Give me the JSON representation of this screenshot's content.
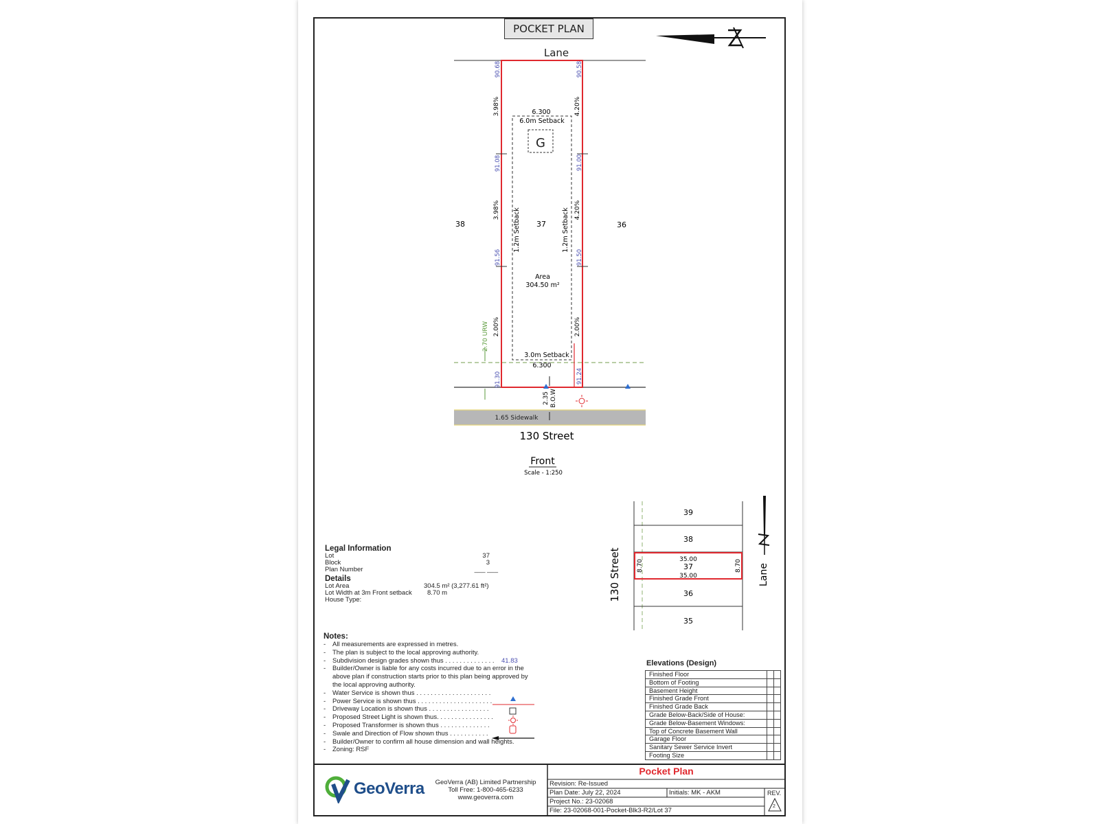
{
  "header": {
    "title": "POCKET PLAN"
  },
  "plan": {
    "lane_top": "Lane",
    "street": "130 Street",
    "front_label": "Front",
    "scale": "Scale - 1:250",
    "lot_left": "38",
    "lot_center": "37",
    "lot_right": "36",
    "garage": "G",
    "rear_width": "6.300",
    "rear_setback": "6.0m Setback",
    "front_setback": "3.0m Setback",
    "front_width": "6.300",
    "side_setback_left": "1.2m Setback",
    "side_setback_right": "1.2m Setback",
    "area_label": "Area",
    "area_value": "304.50 m²",
    "grades_left": [
      "90.68",
      "91.08",
      "91.56",
      "91.30"
    ],
    "grades_right": [
      "90.58",
      "91.00",
      "91.50",
      "91.24"
    ],
    "slopes_left": [
      "3.98%",
      "3.98%",
      "2.00%"
    ],
    "slopes_right": [
      "4.20%",
      "4.20%",
      "2.00%"
    ],
    "urw": "2.70 URW",
    "bow_1": "2.35",
    "bow_2": "B.O.W",
    "sidewalk": "1.65 Sidewalk"
  },
  "keymap": {
    "lots": [
      "39",
      "38",
      "37",
      "36",
      "35"
    ],
    "width_top": "35.00",
    "width_bottom": "35.00",
    "depth_left": "8.70",
    "depth_right": "8.70",
    "street": "130 Street",
    "lane": "Lane"
  },
  "legal": {
    "title": "Legal Information",
    "rows": [
      {
        "k": "Lot",
        "v": "37"
      },
      {
        "k": "Block",
        "v": "3"
      },
      {
        "k": "Plan Number",
        "v": "___ ___"
      }
    ]
  },
  "details": {
    "title": "Details",
    "rows": [
      {
        "k": "Lot Area",
        "v": "304.5 m² (3,277.61 ft²)"
      },
      {
        "k": "Lot Width at 3m Front setback",
        "v": "8.70 m"
      },
      {
        "k": "House Type:",
        "v": ""
      }
    ]
  },
  "notes": {
    "title": "Notes:",
    "items": [
      "All measurements are expressed in metres.",
      "The plan is subject to the local approving authority.",
      "Subdivision design grades shown thus . . . . . . . . . . . . . .",
      "Builder/Owner is liable for any costs incurred due to an error in the above plan if construction starts prior to this plan being approved by the local approving authority.",
      "Water Service is shown thus . . . . . . . . . . . . . . . . . . . . .",
      "Power Service is shown thus . . . . . . . . . . . . . . . . . . . . .",
      "Driveway Location is shown thus . . . . . . . . . . . . . . . . .",
      "Proposed Street Light is shown thus. . . . . . . . . . . . . . . .",
      "Proposed Transformer is shown thus . . . . . . . . . . . . . .",
      "Swale and Direction of Flow shown thus . . . . . . . . . . .",
      "Builder/Owner to confirm all house dimension and wall heights.",
      "Zoning: RSF"
    ],
    "grade_sample": "41.83"
  },
  "elevations": {
    "title": "Elevations (Design)",
    "rows": [
      "Finished Floor",
      "Bottom of Footing",
      "Basement Height",
      "Finished Grade Front",
      "Finished Grade Back",
      "Grade Below-Back/Side of House:",
      "Grade Below-Basement Windows:",
      "Top of Concrete Basement Wall",
      "Garage Floor",
      "Sanitary Sewer Service Invert",
      "Footing Size"
    ]
  },
  "company": {
    "logo_text": "GeoVerra",
    "name": "GeoVerra (AB) Limited Partnership",
    "toll_free": "Toll Free: 1-800-465-6233",
    "website": "www.geoverra.com"
  },
  "titleblock": {
    "heading": "Pocket Plan",
    "revision": "Revision: Re-Issued",
    "plan_date": "Plan Date: July 22, 2024",
    "initials": "Initials: MK - AKM",
    "project_no": "Project No.: 23-02068",
    "file": "File: 23-02068-001-Pocket-Blk3-R2/Lot 37",
    "rev_label": "REV.",
    "rev_value": "2"
  },
  "colors": {
    "lot_line": "#e0282e",
    "grade_text": "#4a4fb0",
    "urw_green": "#5a9a3a",
    "sidewalk": "#b7b7b7",
    "service_blue": "#2f6fd0"
  }
}
